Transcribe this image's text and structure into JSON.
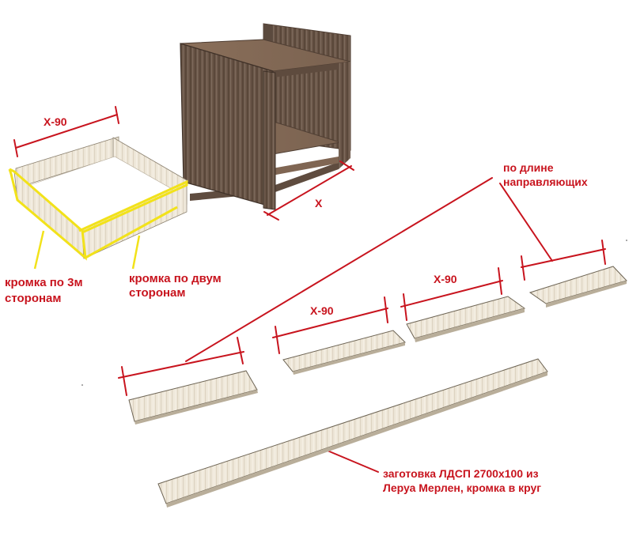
{
  "dimensions": {
    "drawer_width": "X-90",
    "cabinet_depth": "X",
    "piece_second": "X-90",
    "piece_third": "X-90"
  },
  "labels": {
    "edge_three_sides_line1": "кромка по 3м",
    "edge_three_sides_line2": "сторонам",
    "edge_two_sides_line1": "кромка по двум",
    "edge_two_sides_line2": "сторонам",
    "guide_length_line1": "по длине",
    "guide_length_line2": "направляющих",
    "blank_line1": "заготовка ЛДСП 2700х100 из",
    "blank_line2": "Леруа Мерлен, кромка в круг"
  },
  "colors": {
    "dimension_red": "#c8141e",
    "edge_highlight_yellow": "#f2e21a",
    "wood_dark": "#6e5a4c",
    "board_light": "#efe8da"
  }
}
